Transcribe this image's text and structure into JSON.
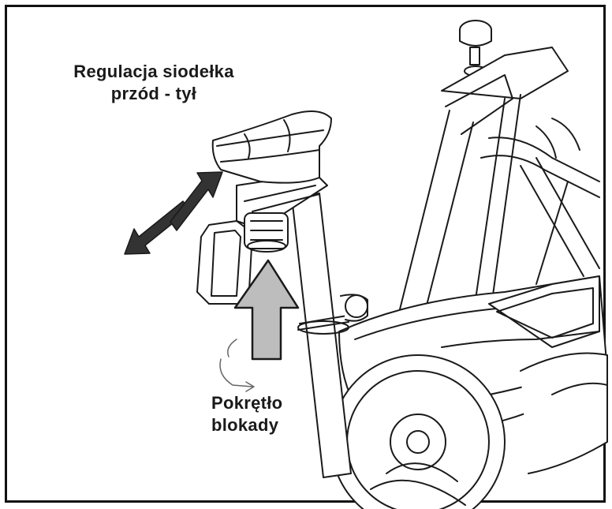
{
  "labels": {
    "seat_adjust_line1": "Regulacja siodełka",
    "seat_adjust_line2": "przód - tył",
    "knob_line1": "Pokrętło",
    "knob_line2": "blokady"
  },
  "colors": {
    "ink": "#1a1a1a",
    "arrow_fill": "#bdbdbd",
    "direction_arrows": "#333333",
    "background": "#ffffff"
  }
}
